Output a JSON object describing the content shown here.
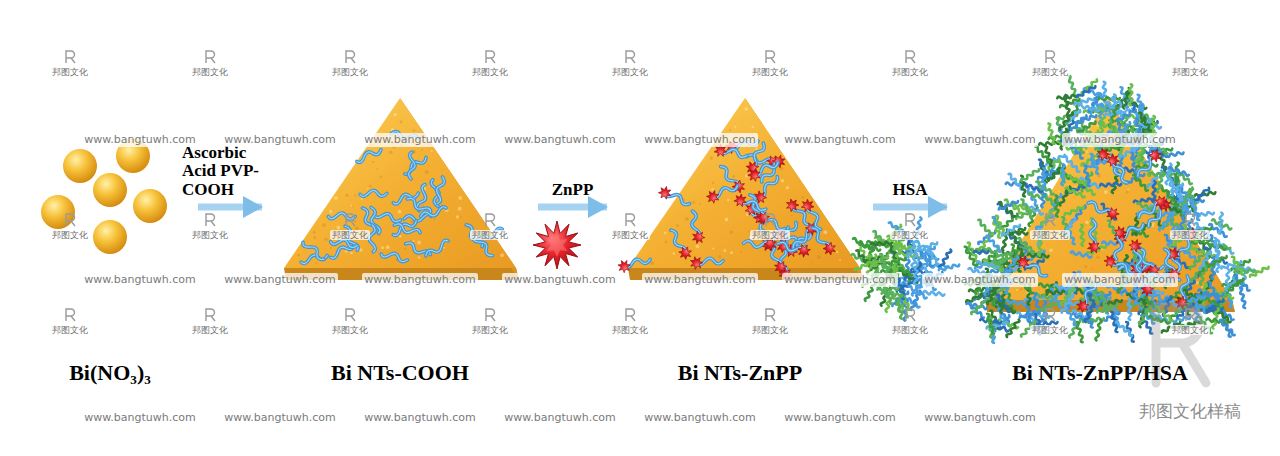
{
  "diagram": {
    "nodes": [
      {
        "text": [
          "Bi(NO₃)₃"
        ]
      },
      {
        "text": [
          "Bi NTs-COOH"
        ]
      },
      {
        "text": [
          "Bi NTs-ZnPP"
        ]
      },
      {
        "text": [
          "Bi NTs-ZnPP/HSA"
        ]
      }
    ],
    "edges": [
      {
        "from": 0,
        "to": 1,
        "arrow": "to",
        "label": "Ascorbic Acid PVP-COOH"
      },
      {
        "from": 1,
        "to": 2,
        "arrow": "to",
        "label": "ZnPP"
      },
      {
        "from": 2,
        "to": 3,
        "arrow": "to",
        "label": "HSA"
      }
    ],
    "labels": [
      "邦图文化",
      "邦图文化",
      "邦图文化",
      "邦图文化",
      "邦图文化",
      "邦图文化",
      "邦图文化",
      "邦图文化",
      "邦图文化",
      "邦图文化",
      "邦图文化",
      "邦图文化",
      "邦图文化",
      "邦图文化",
      "邦图文化",
      "邦图文化",
      "邦图文化",
      "邦图文化",
      "邦图文化",
      "邦图文化",
      "邦图文化",
      "邦图文化",
      "邦图文化",
      "邦图文化",
      "邦图文化",
      "邦图文化",
      "邦图文化",
      "www.bangtuwh.com",
      "www.bangtuwh.com",
      "www.bangtuwh.com",
      "www.bangtuwh.com",
      "www.bangtuwh.com",
      "www.bangtuwh.com",
      "www.bangtuwh.com",
      "www.bangtuwh.com",
      "www.bangtuwh.com",
      "www.bangtuwh.com",
      "www.bangtuwh.com",
      "www.bangtuwh.com",
      "www.bangtuwh.com",
      "www.bangtuwh.com",
      "www.bangtuwh.com",
      "www.bangtuwh.com",
      "www.bangtuwh.com",
      "www.bangtuwh.com",
      "www.bangtuwh.com",
      "www.bangtuwh.com",
      "www.bangtuwh.com",
      "www.bangtuwh.com",
      "www.bangtuwh.com",
      "邦图文化样稿"
    ]
  }
}
